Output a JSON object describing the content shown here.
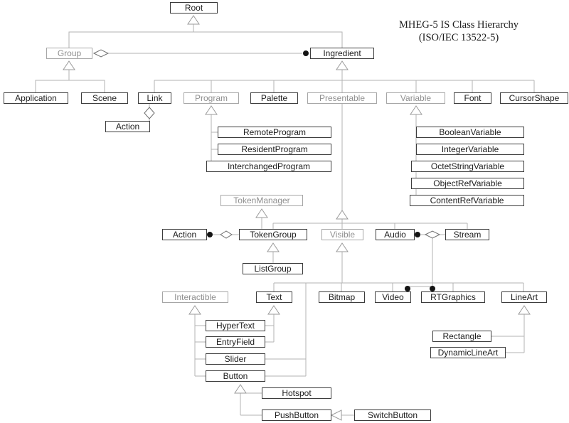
{
  "title": {
    "line1": "MHEG-5 IS Class Hierarchy",
    "line2": "(ISO/IEC 13522-5)"
  },
  "colors": {
    "node_border": "#3c3c3c",
    "abstract_node": "#8f8f8f",
    "connector": "#b3b3b3",
    "composition_dot": "#141414"
  },
  "nodes": {
    "root": {
      "label": "Root"
    },
    "group": {
      "label": "Group",
      "abstract": true
    },
    "ingredient": {
      "label": "Ingredient"
    },
    "application": {
      "label": "Application"
    },
    "scene": {
      "label": "Scene"
    },
    "link": {
      "label": "Link"
    },
    "program": {
      "label": "Program",
      "abstract": true
    },
    "palette": {
      "label": "Palette"
    },
    "presentable": {
      "label": "Presentable",
      "abstract": true
    },
    "variable": {
      "label": "Variable",
      "abstract": true
    },
    "font": {
      "label": "Font"
    },
    "cursor_shape": {
      "label": "CursorShape"
    },
    "action_link": {
      "label": "Action"
    },
    "remote_program": {
      "label": "RemoteProgram"
    },
    "resident_program": {
      "label": "ResidentProgram"
    },
    "interchanged_program": {
      "label": "InterchangedProgram"
    },
    "boolean_variable": {
      "label": "BooleanVariable"
    },
    "integer_variable": {
      "label": "IntegerVariable"
    },
    "octet_string_variable": {
      "label": "OctetStringVariable"
    },
    "object_ref_variable": {
      "label": "ObjectRefVariable"
    },
    "content_ref_variable": {
      "label": "ContentRefVariable"
    },
    "token_manager": {
      "label": "TokenManager",
      "abstract": true
    },
    "action_token_group": {
      "label": "Action"
    },
    "token_group": {
      "label": "TokenGroup"
    },
    "visible": {
      "label": "Visible",
      "abstract": true
    },
    "audio": {
      "label": "Audio"
    },
    "stream": {
      "label": "Stream"
    },
    "list_group": {
      "label": "ListGroup"
    },
    "interactible": {
      "label": "Interactible",
      "abstract": true
    },
    "text": {
      "label": "Text"
    },
    "bitmap": {
      "label": "Bitmap"
    },
    "video": {
      "label": "Video"
    },
    "rt_graphics": {
      "label": "RTGraphics"
    },
    "line_art": {
      "label": "LineArt"
    },
    "hyper_text": {
      "label": "HyperText"
    },
    "entry_field": {
      "label": "EntryField"
    },
    "slider": {
      "label": "Slider"
    },
    "button": {
      "label": "Button"
    },
    "rectangle": {
      "label": "Rectangle"
    },
    "dynamic_line_art": {
      "label": "DynamicLineArt"
    },
    "hotspot": {
      "label": "Hotspot"
    },
    "push_button": {
      "label": "PushButton"
    },
    "switch_button": {
      "label": "SwitchButton"
    }
  },
  "relationships": {
    "generalizations": [
      {
        "parent": "Root",
        "children": [
          "Group",
          "Ingredient"
        ]
      },
      {
        "parent": "Group",
        "children": [
          "Application",
          "Scene"
        ]
      },
      {
        "parent": "Ingredient",
        "children": [
          "Link",
          "Program",
          "Palette",
          "Presentable",
          "Variable",
          "Font",
          "CursorShape"
        ]
      },
      {
        "parent": "Program",
        "children": [
          "RemoteProgram",
          "ResidentProgram",
          "InterchangedProgram"
        ]
      },
      {
        "parent": "Variable",
        "children": [
          "BooleanVariable",
          "IntegerVariable",
          "OctetStringVariable",
          "ObjectRefVariable",
          "ContentRefVariable"
        ]
      },
      {
        "parent": "Presentable",
        "children": [
          "TokenGroup",
          "Visible",
          "Audio",
          "Stream"
        ]
      },
      {
        "parent": "TokenManager",
        "children": [
          "TokenGroup"
        ]
      },
      {
        "parent": "TokenGroup",
        "children": [
          "ListGroup"
        ]
      },
      {
        "parent": "Visible",
        "children": [
          "Text",
          "Bitmap",
          "Video",
          "RTGraphics",
          "LineArt",
          "Slider",
          "Button"
        ]
      },
      {
        "parent": "Interactible",
        "children": [
          "HyperText",
          "EntryField",
          "Slider",
          "Button"
        ]
      },
      {
        "parent": "Text",
        "children": [
          "HyperText",
          "EntryField"
        ]
      },
      {
        "parent": "LineArt",
        "children": [
          "Rectangle",
          "DynamicLineArt"
        ]
      },
      {
        "parent": "Button",
        "children": [
          "Hotspot",
          "PushButton"
        ]
      },
      {
        "parent": "PushButton",
        "children": [
          "SwitchButton"
        ]
      }
    ],
    "aggregations": [
      {
        "container": "Group",
        "part": "Ingredient"
      },
      {
        "container": "Link",
        "part": "Action"
      },
      {
        "container": "TokenGroup",
        "part": "Action"
      },
      {
        "container": "Stream",
        "part": "Audio"
      },
      {
        "container": "Stream",
        "part": "Video"
      },
      {
        "container": "Stream",
        "part": "RTGraphics"
      }
    ]
  }
}
